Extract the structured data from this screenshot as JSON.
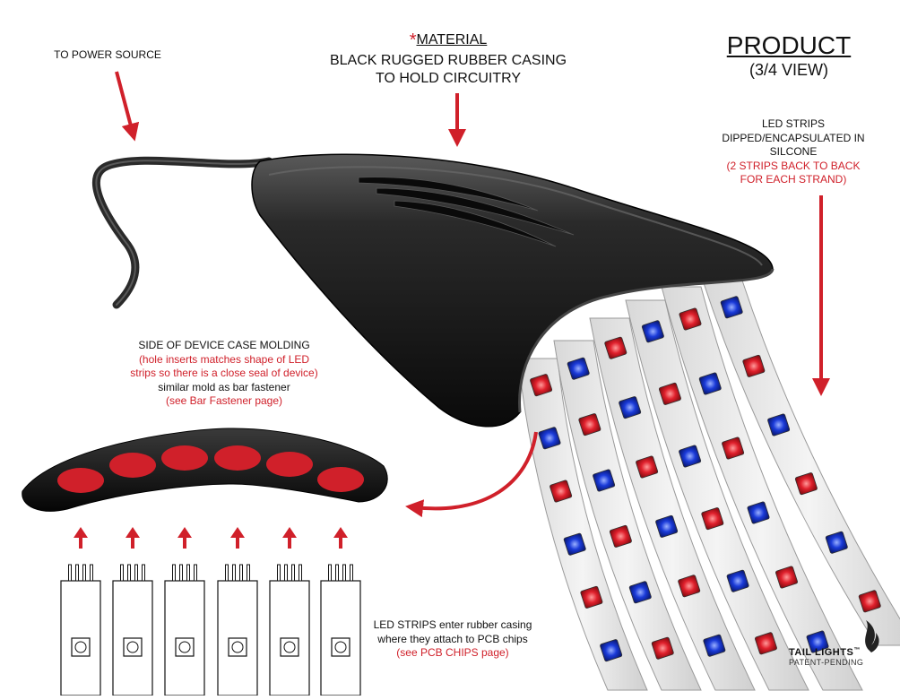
{
  "labels": {
    "power_source": "TO POWER SOURCE",
    "material_star": "*",
    "material_head": "MATERIAL",
    "material_line1": "BLACK RUGGED RUBBER CASING",
    "material_line2": "TO HOLD CIRCUITRY",
    "product_title": "PRODUCT",
    "product_sub": "(3/4 VIEW)",
    "strips_line1": "LED STRIPS",
    "strips_line2": "DIPPED/ENCAPSULATED IN",
    "strips_line3": "SILCONE",
    "strips_red1": "(2 STRIPS BACK TO BACK",
    "strips_red2": "FOR EACH STRAND)",
    "side_line1": "SIDE OF DEVICE CASE MOLDING",
    "side_red1": "(hole inserts matches shape of LED",
    "side_red2": "strips so there is a close seal of device)",
    "side_line2": "similar mold as bar fastener",
    "side_red3": "(see Bar Fastener page)",
    "enter_line1": "LED STRIPS enter rubber casing",
    "enter_line2": "where they attach to PCB chips",
    "enter_red": "(see PCB CHIPS page)",
    "brand_name": "TAIL LIGHTS",
    "brand_tm": "™",
    "brand_sub": "PATENT-PENDING"
  },
  "colors": {
    "accent_red": "#d0202a",
    "casing_black": "#1a1a1a",
    "led_red": "#e0202c",
    "led_blue": "#1a3ad8",
    "strip_white": "#ececec"
  },
  "icons": [
    "flame-icon"
  ]
}
